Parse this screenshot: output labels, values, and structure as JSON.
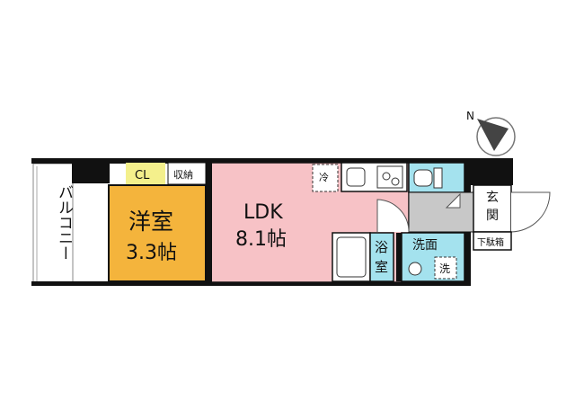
{
  "rooms": {
    "balcony": {
      "label": "バルコニー"
    },
    "western": {
      "label": "洋室",
      "size": "3.3帖"
    },
    "closet": {
      "label": "CL"
    },
    "storage": {
      "label": "収納"
    },
    "ldk": {
      "label": "LDK",
      "size": "8.1帖"
    },
    "bath": {
      "label_line1": "浴",
      "label_line2": "室"
    },
    "washroom": {
      "label": "洗面"
    },
    "entrance": {
      "label_line1": "玄",
      "label_line2": "関"
    },
    "shoe_box": {
      "label": "下駄箱"
    }
  },
  "fixtures": {
    "fridge": {
      "label": "冷"
    },
    "washer": {
      "label": "洗"
    }
  },
  "compass": {
    "label": "N"
  },
  "colors": {
    "western": "#f4b43c",
    "ldk": "#f7c2c6",
    "wet_area": "#a4e2ee",
    "hall": "#c8c8c8",
    "closet": "#f4f08c"
  }
}
